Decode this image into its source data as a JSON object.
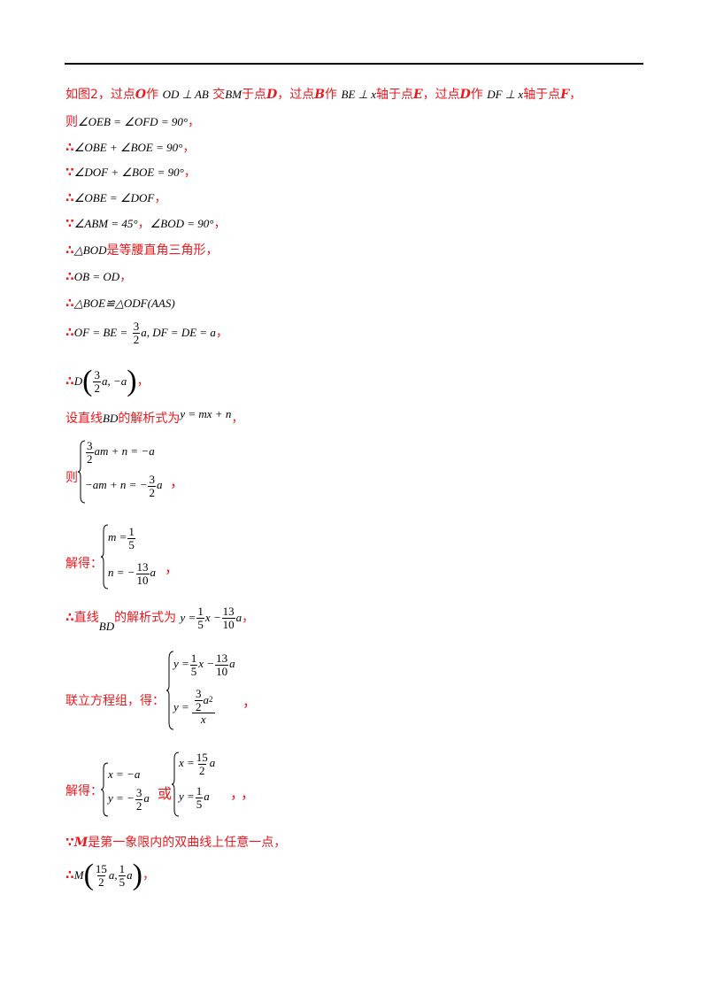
{
  "l1": {
    "p1": "如图2，过点",
    "O": "O",
    "p2": "作",
    "m1": "OD ⊥ AB",
    "p3": "交",
    "m2": "BM",
    "p4": "于点",
    "D": "D",
    "p5": "，过点",
    "B": "B",
    "p6": "作",
    "m3": "BE ⊥ x",
    "p7": "轴于点",
    "E": "E",
    "p8": "，过点",
    "D2": "D",
    "p9": "作",
    "m4": "DF ⊥ x",
    "p10": "轴于点",
    "F": "F",
    "p11": "，"
  },
  "l2": {
    "p1": "则",
    "m": "∠OEB = ∠OFD = 90°",
    "p2": "，"
  },
  "l3": {
    "s": "∴",
    "m": "∠OBE + ∠BOE = 90°",
    "p": "，"
  },
  "l4": {
    "s": "∵",
    "m": "∠DOF + ∠BOE = 90°",
    "p": "，"
  },
  "l5": {
    "s": "∴",
    "m": "∠OBE = ∠DOF",
    "p": "，"
  },
  "l6": {
    "s": "∵",
    "m1": "∠ABM = 45°",
    "c": "，",
    "m2": "∠BOD = 90°",
    "p": "，"
  },
  "l7": {
    "s": "∴",
    "m": "△BOD",
    "p": "是等腰直角三角形，"
  },
  "l8": {
    "s": "∴",
    "m": "OB = OD",
    "p": "，"
  },
  "l9": {
    "s": "∴",
    "m": "△BOE≌△ODF(AAS)"
  },
  "l10": {
    "s": "∴",
    "m1": "OF = BE =",
    "num": "3",
    "den": "2",
    "m2": "a, DF = DE = a",
    "p": "，"
  },
  "l11": {
    "s": "∴",
    "D": "D",
    "num": "3",
    "den": "2",
    "m": "a, −a",
    "p": "，"
  },
  "l12": {
    "p1": "设直线",
    "m1": "BD",
    "p2": "的解析式为",
    "m2": "y = mx + n",
    "p3": "，"
  },
  "s1": {
    "pre": "则",
    "r1_num": "3",
    "r1_den": "2",
    "r1": "am + n = −a",
    "r2": "−am + n = −",
    "r2_num": "3",
    "r2_den": "2",
    "r2_tail": "a",
    "post": "，"
  },
  "s2": {
    "pre": "解得：",
    "r1": "m =",
    "r1_num": "1",
    "r1_den": "5",
    "r2": "n = −",
    "r2_num": "13",
    "r2_den": "10",
    "r2_tail": "a",
    "post": "，"
  },
  "l13": {
    "s": "∴",
    "p1": "直线",
    "m1": "BD",
    "p2": "的解析式为",
    "m2": "y =",
    "n1": "1",
    "d1": "5",
    "m3": "x −",
    "n2": "13",
    "d2": "10",
    "m4": "a",
    "p3": "，"
  },
  "s3": {
    "pre": "联立方程组，得：",
    "r1": "y =",
    "n1": "1",
    "d1": "5",
    "r1b": "x −",
    "n2": "13",
    "d2": "10",
    "r1c": "a",
    "r2": "y =",
    "n3": "3",
    "d3": "2",
    "r2b": "a",
    "r2sup": "2",
    "r2den": "x",
    "post": "，"
  },
  "s4": {
    "pre": "解得：",
    "a1": "x = −a",
    "a2": "y = −",
    "a2n": "3",
    "a2d": "2",
    "a2t": "a",
    "or": "或",
    "b1": "x =",
    "b1n": "15",
    "b1d": "2",
    "b1t": "a",
    "b2": "y =",
    "b2n": "1",
    "b2d": "5",
    "b2t": "a",
    "post": "，，"
  },
  "l14": {
    "s": "∵",
    "M": "M",
    "p": "是第一象限内的双曲线上任意一点，"
  },
  "l15": {
    "s": "∴",
    "M": "M",
    "n1": "15",
    "d1": "2",
    "m1": "a,",
    "n2": "1",
    "d2": "5",
    "m2": "a",
    "p": "，"
  }
}
